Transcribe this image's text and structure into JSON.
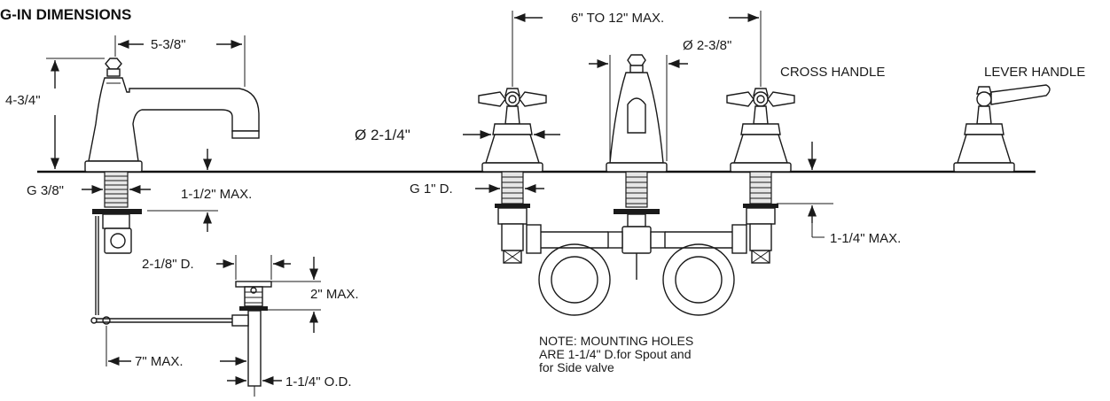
{
  "title": "G-IN DIMENSIONS",
  "labels": {
    "spout_reach": "5-3/8\"",
    "spout_height": "4-3/4\"",
    "spout_thread": "G 3/8\"",
    "spout_shank_max": "1-1/2\" MAX.",
    "drain_diameter": "2-1/8\" D.",
    "drain_max": "2\" MAX.",
    "rod_max": "7\" MAX.",
    "drain_od": "1-1/4\" O.D.",
    "spread": "6\" TO 12\" MAX.",
    "spout_base_diameter": "Ø 2-3/8\"",
    "handle_base_diameter": "Ø 2-1/4\"",
    "valve_thread": "G 1\" D.",
    "valve_shank_max": "1-1/4\" MAX.",
    "cross_handle": "CROSS HANDLE",
    "lever_handle": "LEVER HANDLE"
  },
  "note": {
    "line1": "NOTE: MOUNTING HOLES",
    "line2": "ARE 1-1/4\" D.for Spout and",
    "line3": "for Side valve"
  }
}
